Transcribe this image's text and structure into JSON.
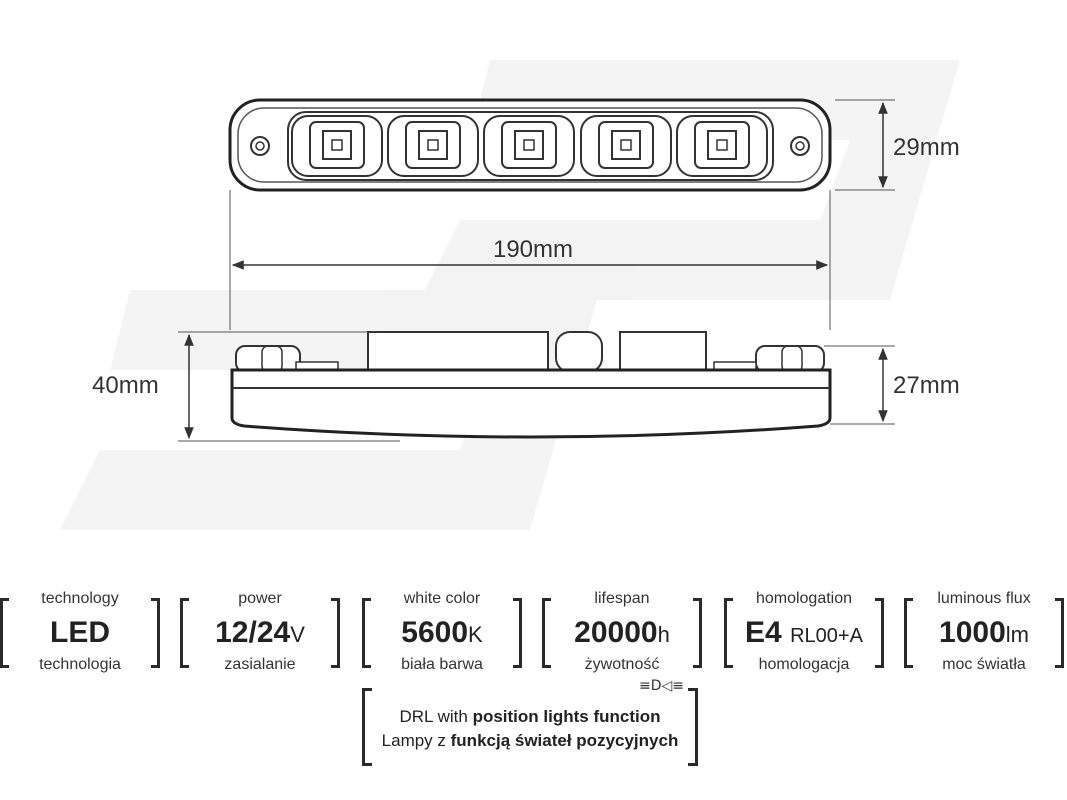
{
  "dimensions": {
    "height_top": "29mm",
    "length": "190mm",
    "height_side": "40mm",
    "depth_side": "27mm"
  },
  "specs": [
    {
      "label_en": "technology",
      "value": "LED",
      "unit": "",
      "label_pl": "technologia"
    },
    {
      "label_en": "power",
      "value": "12/24",
      "unit": "V",
      "label_pl": "zasialanie"
    },
    {
      "label_en": "white color",
      "value": "5600",
      "unit": "K",
      "label_pl": "biała barwa"
    },
    {
      "label_en": "lifespan",
      "value": "20000",
      "unit": "h",
      "label_pl": "żywotność"
    },
    {
      "label_en": "homologation",
      "value": "E4",
      "unit": "RL00+A",
      "label_pl": "homologacja"
    },
    {
      "label_en": "luminous flux",
      "value": "1000",
      "unit": "lm",
      "label_pl": "moc światła"
    }
  ],
  "drl": {
    "line1_normal": "DRL with ",
    "line1_bold": "position lights function",
    "line2_normal": "Lampy z ",
    "line2_bold": "funkcją świateł pozycyjnych",
    "symbol": "≡D◁≡"
  }
}
